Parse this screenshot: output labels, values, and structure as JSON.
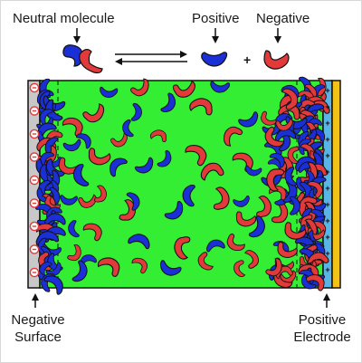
{
  "labels": {
    "neutral": "Neutral molecule",
    "positive": "Positive",
    "negative": "Negative",
    "plus": "+",
    "left_line1": "Negative",
    "left_line2": "Surface",
    "right_line1": "Positive",
    "right_line2": "Electrode"
  },
  "surface_charge_symbol": "−",
  "electrode_charge_symbol": "+",
  "colors": {
    "electrolyte": "#33ee33",
    "positive_ion": "#1b2fd6",
    "negative_ion": "#e23a3a",
    "surface": "#c8c8c8",
    "electrode_blue": "#5ab4e6",
    "electrode_gold": "#f2c21b",
    "outline": "#111111"
  },
  "icons": [
    "down-arrow-icon",
    "equilibrium-arrows-icon",
    "up-arrow-icon"
  ]
}
